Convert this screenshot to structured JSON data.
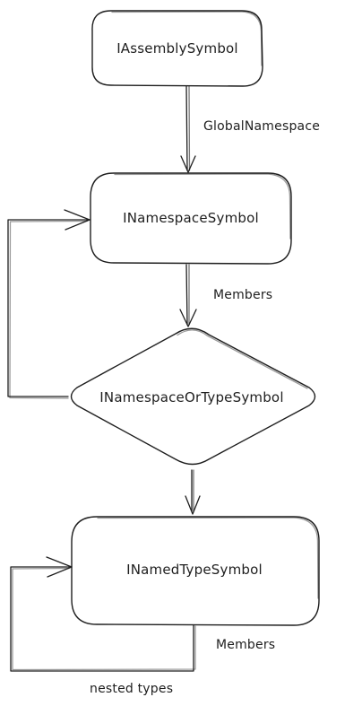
{
  "nodes": {
    "assembly": {
      "label": "IAssemblySymbol"
    },
    "namespace": {
      "label": "INamespaceSymbol"
    },
    "namespace_or_type": {
      "label": "INamespaceOrTypeSymbol"
    },
    "named_type": {
      "label": "INamedTypeSymbol"
    }
  },
  "edges": {
    "global_namespace": {
      "label": "GlobalNamespace"
    },
    "namespace_members": {
      "label": "Members"
    },
    "type_members": {
      "label": "Members"
    },
    "nested_types": {
      "label": "nested types"
    }
  },
  "colors": {
    "stroke": "#1e1e1e",
    "background": "#ffffff"
  }
}
